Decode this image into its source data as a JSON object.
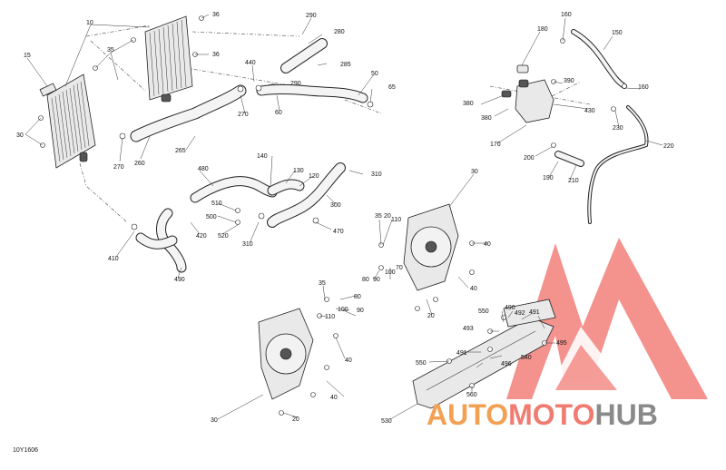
{
  "figure_code": "10Y1606",
  "watermark": {
    "part1": "AUTO",
    "part2": "MOTO",
    "part3": "HUB",
    "color_orange": "#f2a154",
    "color_red": "#f07b70",
    "color_grey": "#8a8a8a"
  },
  "callouts": {
    "c10": "10",
    "c36a": "36",
    "c36b": "36",
    "c35": "35",
    "c15": "15",
    "c30a": "30",
    "c270a": "270",
    "c260": "260",
    "c265": "265",
    "c290": "290",
    "c280": "280",
    "c285": "285",
    "c440": "440",
    "c290b": "290",
    "c270b": "270",
    "c50": "50",
    "c60": "60",
    "c65": "65",
    "c180": "180",
    "c160a": "160",
    "c150": "150",
    "c160b": "160",
    "c390": "390",
    "c380": "380",
    "c430": "430",
    "c380b": "380",
    "c170": "170",
    "c230": "230",
    "c220": "220",
    "c200": "200",
    "c190": "190",
    "c210": "210",
    "c480": "480",
    "c140": "140",
    "c130": "130",
    "c120": "120",
    "c310a": "310",
    "c300": "300",
    "c510": "510",
    "c500": "500",
    "c520": "520",
    "c420": "420",
    "c310b": "310",
    "c470": "470",
    "c410": "410",
    "c490": "490",
    "c30b": "30",
    "c35b": "35",
    "c20a": "20",
    "c110a": "110",
    "c40a": "40",
    "c80a": "80",
    "c90a": "90",
    "c100a": "100",
    "c70a": "70",
    "c40b": "40",
    "c20b": "20",
    "c35c": "35",
    "c80b": "80",
    "c110b": "110",
    "c100b": "100",
    "c90b": "90",
    "c40c": "40",
    "c30c": "30",
    "c40d": "40",
    "c20c": "20",
    "c550a": "550",
    "c490b": "490",
    "c492": "492",
    "c491a": "491",
    "c493": "493",
    "c491b": "491",
    "c495": "495",
    "c540": "540",
    "c550b": "550",
    "c496": "496",
    "c560": "560",
    "c530": "530"
  }
}
